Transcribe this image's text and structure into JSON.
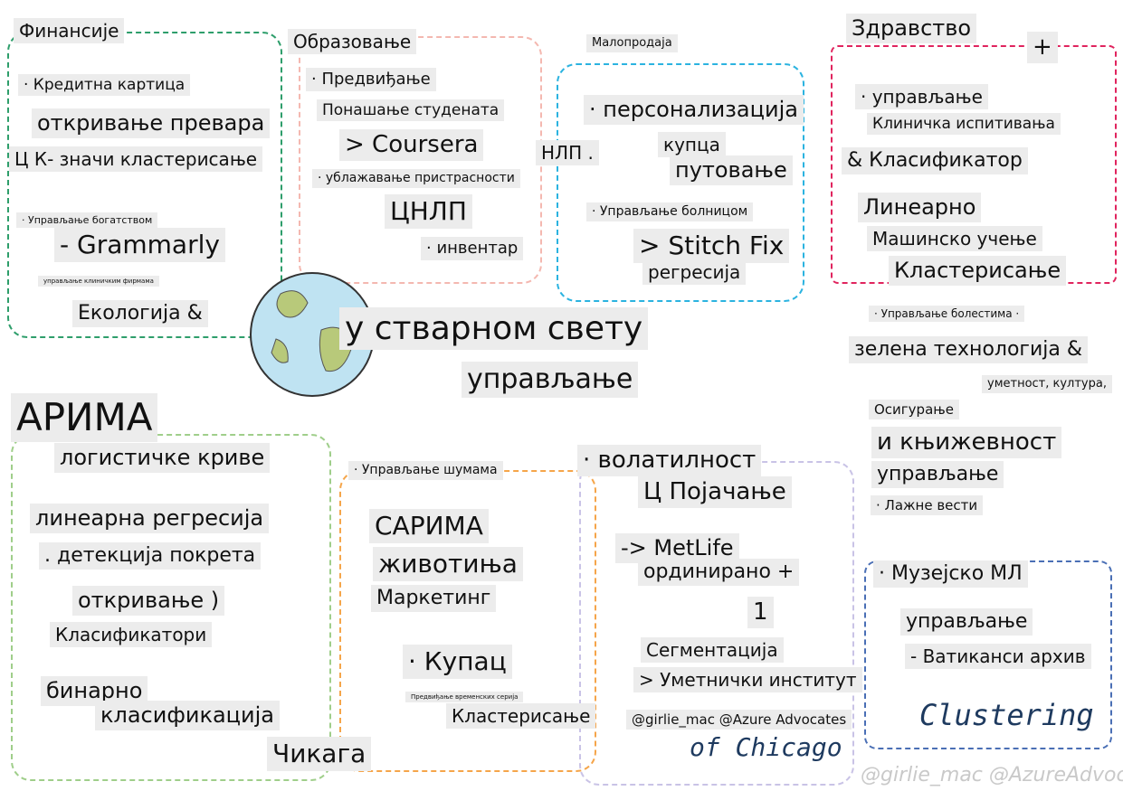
{
  "title": "у стварном свету",
  "subtitle": "управљање",
  "sections": {
    "finance": [
      "Финансије",
      "· Кредитна картица",
      "откривање превара",
      "Ц К- значи кластерисање",
      "· Управљање богатством",
      "- Grammarly",
      "управљање клиничким фирмама",
      "Екологија &"
    ],
    "education": [
      "Образовање",
      "· Предвиђање",
      "Понашање студената",
      "> Coursera",
      "· ублажавање пристрасности",
      "ЦНЛП",
      "· инвентар"
    ],
    "retail": [
      "Малопродаја",
      "· персонализација",
      "купца",
      "НЛП .",
      "путовање",
      "· Управљање болницом",
      "> Stitch Fix",
      "регресија"
    ],
    "health": [
      "Здравство",
      "+",
      "· управљање",
      "Клиничка испитивања",
      "& Класификатор",
      "Линеарно",
      "Машинско учење",
      "Кластерисање",
      "· Управљање болестима ·",
      "зелена технологија &",
      "уметност, култура,",
      "Осигурање",
      "и књижевност",
      "управљање",
      "· Лажне вести"
    ],
    "ecology": [
      "АРИМА",
      "логистичке криве",
      "линеарна регресија",
      ". детекција покрета",
      "откривање )",
      "Класификатори",
      "бинарно",
      "класификација",
      "Чикага"
    ],
    "forest": [
      "· Управљање шумама",
      "САРИМА",
      "животиња",
      "Маркетинг",
      "· Купац",
      "Предвиђање временских серија",
      "Кластерисање"
    ],
    "insurance": [
      "· волатилност",
      "Ц Појачање",
      "-> MetLife",
      "ординирано +",
      "1",
      "Сегментација",
      "> Уметнички институт",
      "@girlie_mac @Azure Advocates",
      "of Chicago"
    ],
    "arts": [
      "· Музејско МЛ",
      "управљање",
      "- Ватиканси архив",
      "Clustering"
    ]
  },
  "watermark": "@girlie_mac @AzureAdvocates",
  "colors": {
    "finance": "#2e9e6b",
    "education": "#f4b8b0",
    "retail": "#2bb3e0",
    "health": "#e0245e",
    "ecology": "#9fce8a",
    "forest": "#f5a54a",
    "insurance": "#c9c3e6",
    "arts": "#4a6fb5"
  }
}
